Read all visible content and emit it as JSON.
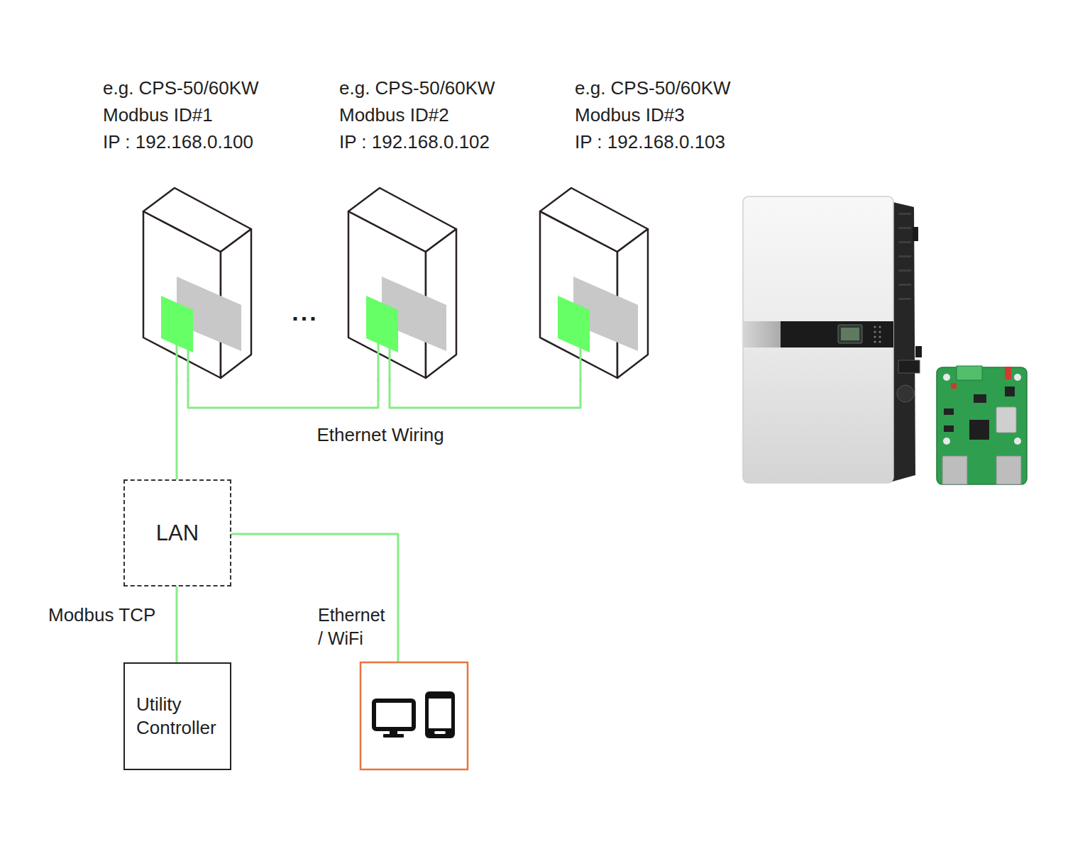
{
  "diagram": {
    "nodes": [
      {
        "text": [
          "e.g. CPS-50/60KW",
          "Modbus ID#1",
          "IP : 192.168.0.100"
        ]
      },
      {
        "text": [
          "e.g. CPS-50/60KW",
          "Modbus ID#2",
          "IP : 192.168.0.102"
        ]
      },
      {
        "text": [
          "e.g. CPS-50/60KW",
          "Modbus ID#3",
          "IP : 192.168.0.103"
        ]
      },
      {
        "text": [
          "LAN"
        ]
      },
      {
        "text": [
          "Utility Controller"
        ]
      }
    ],
    "edges": [
      {
        "from": 0,
        "to": 1,
        "arrow": "none"
      },
      {
        "from": 1,
        "to": 2,
        "arrow": "none"
      },
      {
        "from": 0,
        "to": 3,
        "arrow": "none"
      },
      {
        "from": 3,
        "to": 4,
        "arrow": "none",
        "label": "Modbus TCP"
      }
    ],
    "labels": [
      "...",
      "Ethernet Wiring",
      "Ethernet / WiFi"
    ]
  }
}
